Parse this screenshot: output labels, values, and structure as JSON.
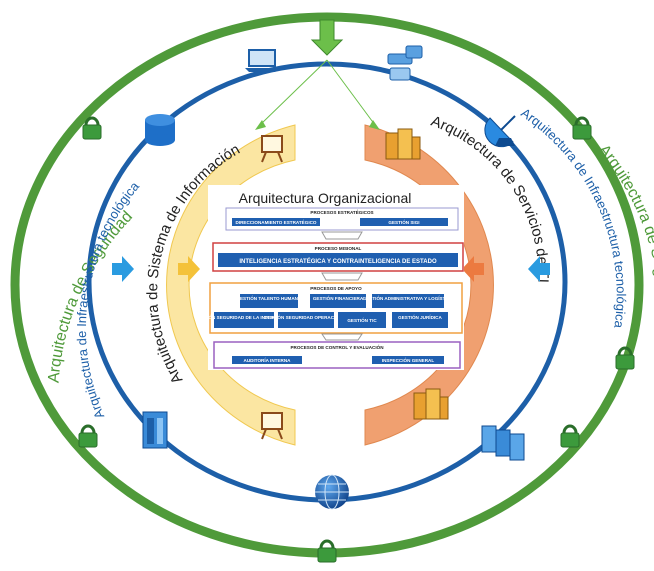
{
  "rings": {
    "security_label": "Arquitectura de Seguridad",
    "infra_label": "Arquitectura de Infraestructura tecnológica",
    "info_systems_label": "Arquitectura de Sistema de Información",
    "it_services_label": "Arquitectura de Servicios de TI"
  },
  "center": {
    "title": "Arquitectura Organizacional",
    "strategic": {
      "header": "PROCESOS ESTRATÉGICOS",
      "items": [
        "DIRECCIONAMIENTO ESTRATÉGICO",
        "GESTIÓN SIGI"
      ]
    },
    "missional": {
      "header": "PROCESO MISIONAL",
      "item": "INTELIGENCIA ESTRATÉGICA Y CONTRAINTELIGENCIA DE ESTADO"
    },
    "support": {
      "header": "PROCESOS DE APOYO",
      "row1": [
        "GESTIÓN TALENTO HUMANO",
        "GESTIÓN FINANCIERA",
        "GESTIÓN ADMINISTRATIVA Y LOGÍSTICA"
      ],
      "row2": [
        "GESTIÓN SEGURIDAD DE LA INFORMACIÓN",
        "GESTIÓN SEGURIDAD OPERACIONAL",
        "GESTIÓN TIC",
        "GESTIÓN JURÍDICA"
      ]
    },
    "control": {
      "header": "PROCESOS DE CONTROL Y EVALUACIÓN",
      "items": [
        "AUDITORÍA INTERNA",
        "INSPECCIÓN GENERAL"
      ]
    }
  },
  "colors": {
    "security_ring": "#4f9a3a",
    "infra_ring": "#1d5fa8",
    "info_band": "#fbe6a2",
    "services_band": "#f0a070",
    "box_blue": "#1f5fb0",
    "lock_green": "#3c9a3c"
  },
  "icons": [
    "laptop-icon",
    "phone-icon",
    "database-icon",
    "satellite-dish-icon",
    "server-icon",
    "globe-icon",
    "network-servers-icon",
    "presentation-board-icon",
    "office-building-icon",
    "padlock-icon"
  ]
}
